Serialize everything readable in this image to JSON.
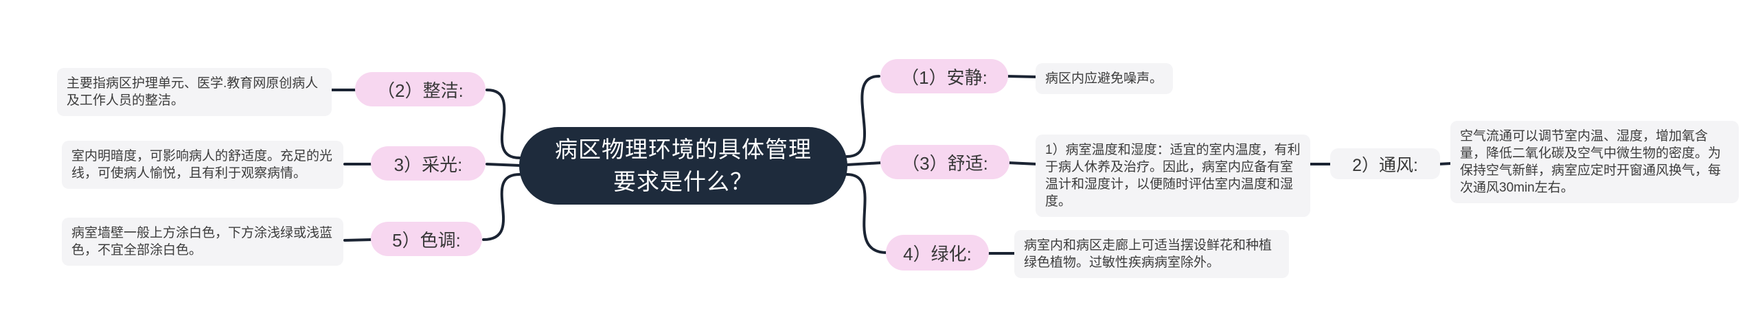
{
  "diagram": {
    "type": "mindmap",
    "source_note": "医学.教育网原创 (watermark embedded in note text)"
  },
  "colors": {
    "center_bg": "#1e2b3c",
    "center_text": "#ffffff",
    "branch_bg": "#f7d7f0",
    "leaf_bg": "#f4f4f6",
    "text": "#3c3c3c",
    "line": "#1b2433",
    "background": "#ffffff"
  },
  "center": {
    "label": "病区物理环境的具体管理要求是什么？"
  },
  "branches": {
    "anjing": {
      "label": "（1）安静:",
      "note": "病区内应避免噪声。"
    },
    "zhengjie": {
      "label": "（2）整洁:",
      "note": "主要指病区护理单元、医学.教育网原创病人及工作人员的整洁。"
    },
    "shushi": {
      "label": "（3）舒适:",
      "note": "1）病室温度和湿度：适宜的室内温度，有利于病人休养及治疗。因此，病室内应备有室温计和湿度计，以便随时评估室内温度和湿度。"
    },
    "tongfeng": {
      "label": "2）通风:",
      "note": "空气流通可以调节室内温、湿度，增加氧含量，降低二氧化碳及空气中微生物的密度。为保持空气新鲜，病室应定时开窗通风换气，每次通风30min左右。"
    },
    "caiguang": {
      "label": "3）采光:",
      "note": "室内明暗度，可影响病人的舒适度。充足的光线，可使病人愉悦，且有利于观察病情。"
    },
    "lvhua": {
      "label": "4）绿化:",
      "note": "病室内和病区走廊上可适当摆设鲜花和种植绿色植物。过敏性疾病病室除外。"
    },
    "sediao": {
      "label": "5）色调:",
      "note": "病室墙壁一般上方涂白色，下方涂浅绿或浅蓝色，不宜全部涂白色。"
    }
  }
}
